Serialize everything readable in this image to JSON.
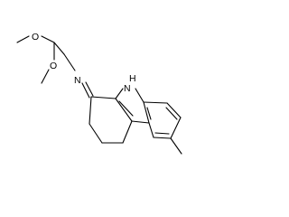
{
  "atoms": {
    "o_upper": "O",
    "o_lower": "O",
    "n_imine": "N",
    "n_ring": "N",
    "h_ring": "H"
  }
}
